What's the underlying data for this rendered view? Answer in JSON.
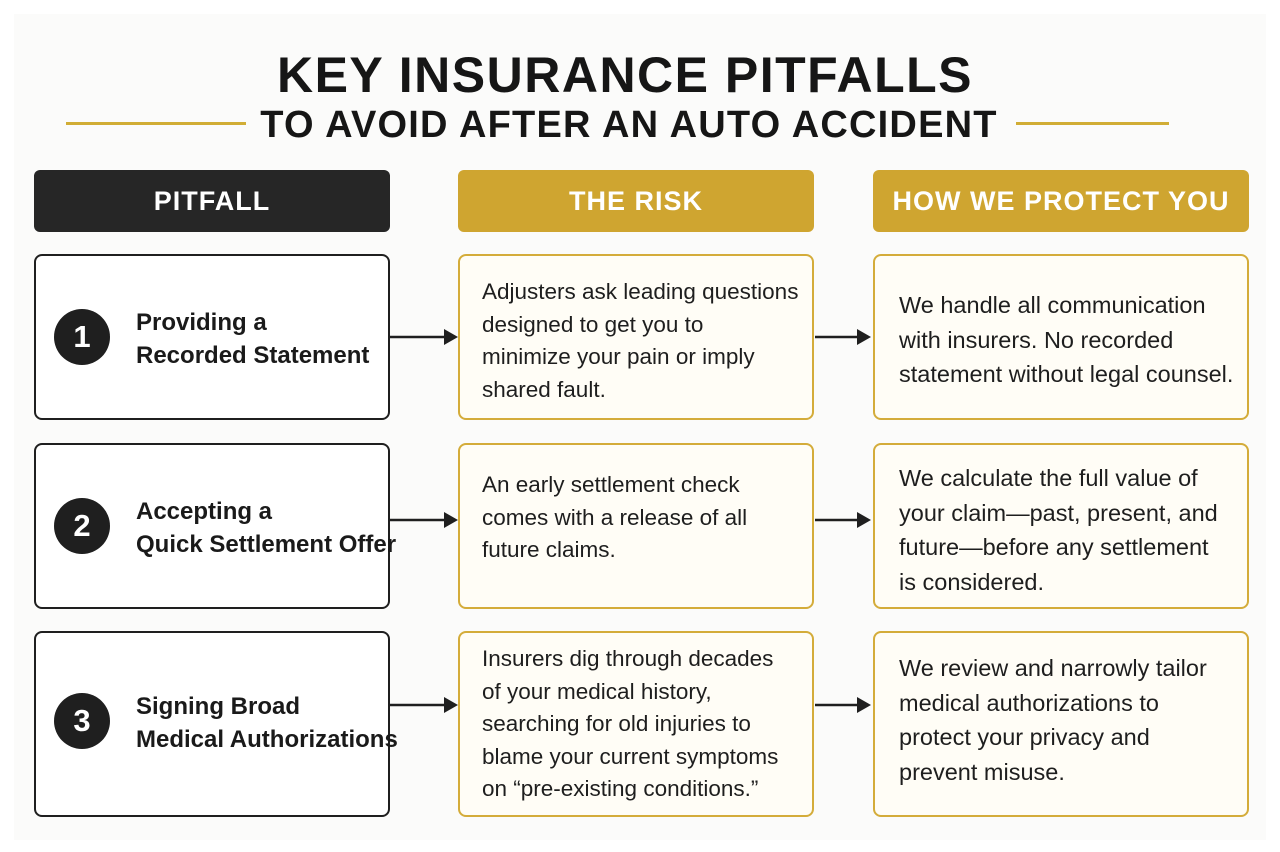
{
  "title": {
    "line1": "KEY INSURANCE PITFALLS",
    "line2": "TO AVOID AFTER AN AUTO ACCIDENT"
  },
  "headers": {
    "pitfall": "PITFALL",
    "risk": "THE RISK",
    "protect": "HOW WE PROTECT YOU"
  },
  "colors": {
    "dark": "#262626",
    "gold": "#cfa530"
  },
  "rows": [
    {
      "number": "1",
      "pitfall": [
        "Providing a",
        "Recorded Statement"
      ],
      "risk": [
        "Adjusters ask leading questions",
        "designed to get you to",
        "minimize your pain or imply",
        "shared fault."
      ],
      "protect": [
        "We handle all communication",
        "with insurers. No recorded",
        "statement without legal counsel."
      ]
    },
    {
      "number": "2",
      "pitfall": [
        "Accepting a",
        "Quick Settlement Offer"
      ],
      "risk": [
        "An early settlement check",
        "comes with a release of all",
        "future claims."
      ],
      "protect": [
        "We calculate the full value of",
        "your claim—past, present, and",
        "future—before any settlement",
        "is considered."
      ]
    },
    {
      "number": "3",
      "pitfall": [
        "Signing Broad",
        "Medical Authorizations"
      ],
      "risk": [
        "Insurers dig through decades",
        "of your medical history,",
        "searching for old injuries to",
        "blame your current symptoms",
        "on “pre-existing conditions.”"
      ],
      "protect": [
        "We review and narrowly tailor",
        "medical authorizations to",
        "protect your privacy and",
        "prevent misuse."
      ]
    }
  ]
}
